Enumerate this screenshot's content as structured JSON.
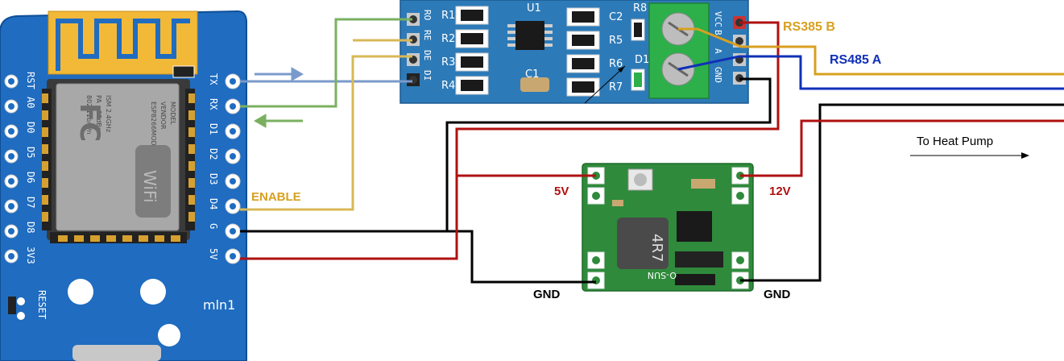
{
  "colors": {
    "tx_line": "#7a9acb",
    "rx_line": "#7ab060",
    "enable_line": "#d8b857",
    "rs_b_line": "#d8a020",
    "rs_a_line": "#1030b8",
    "gnd_line": "#000000",
    "v5_line": "#b01010",
    "v12_line": "#b01010",
    "board_blue": "#1f6cc0",
    "rs485_blue": "#2d7ab8",
    "buck_green": "#2f8a3c"
  },
  "esp_board": {
    "left_pins": [
      "RST",
      "A0",
      "D0",
      "D5",
      "D6",
      "D7",
      "D8",
      "3V3"
    ],
    "right_pins": [
      "TX",
      "RX",
      "D1",
      "D2",
      "D3",
      "D4",
      "G",
      "5V"
    ],
    "module_text": [
      "MODEL",
      "VENDOR",
      "ESP8266MOD",
      "ISM 2.4GHz",
      "PA +25dBm",
      "802.11b/g/n"
    ],
    "reset_label": "RESET",
    "brand_label": "mln1"
  },
  "rs485_module": {
    "left_pins": [
      "RO",
      "RE",
      "DE",
      "DI"
    ],
    "right_pins": [
      "VCC",
      "B",
      "A",
      "GND"
    ],
    "components": [
      "R1",
      "R2",
      "R3",
      "R4",
      "U1",
      "C1",
      "C2",
      "R5",
      "R6",
      "R7",
      "R8",
      "D1"
    ]
  },
  "buck_module": {
    "inductor_text": "4R7",
    "board_text": "O-SUN"
  },
  "labels": {
    "enable": "ENABLE",
    "rs485_b": "RS385 B",
    "rs485_a": "RS485 A",
    "v5": "5V",
    "v12": "12V",
    "gnd_left": "GND",
    "gnd_right": "GND",
    "heat_pump": "To Heat Pump"
  }
}
